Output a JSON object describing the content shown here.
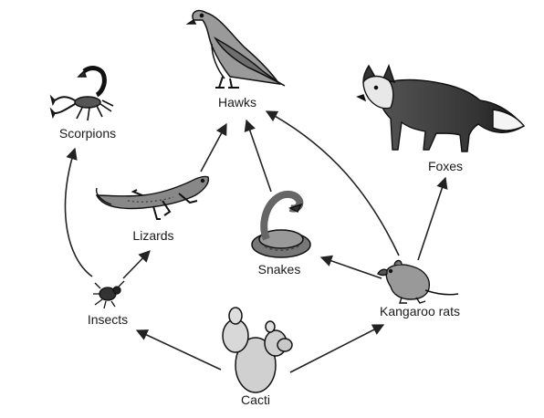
{
  "organisms": {
    "hawks": "Hawks",
    "scorpions": "Scorpions",
    "foxes": "Foxes",
    "lizards": "Lizards",
    "snakes": "Snakes",
    "insects": "Insects",
    "kangaroo_rats": "Kangaroo rats",
    "cacti": "Cacti"
  },
  "relations": [
    {
      "from": "cacti",
      "to": "insects"
    },
    {
      "from": "cacti",
      "to": "kangaroo_rats"
    },
    {
      "from": "insects",
      "to": "scorpions"
    },
    {
      "from": "insects",
      "to": "lizards"
    },
    {
      "from": "lizards",
      "to": "hawks"
    },
    {
      "from": "snakes",
      "to": "hawks"
    },
    {
      "from": "kangaroo_rats",
      "to": "hawks"
    },
    {
      "from": "kangaroo_rats",
      "to": "snakes"
    },
    {
      "from": "kangaroo_rats",
      "to": "foxes"
    }
  ],
  "icons": {
    "hawks": "hawk-icon",
    "scorpions": "scorpion-icon",
    "foxes": "fox-icon",
    "lizards": "lizard-icon",
    "snakes": "snake-icon",
    "insects": "insect-icon",
    "kangaroo_rats": "kangaroo-rat-icon",
    "cacti": "cactus-icon"
  }
}
